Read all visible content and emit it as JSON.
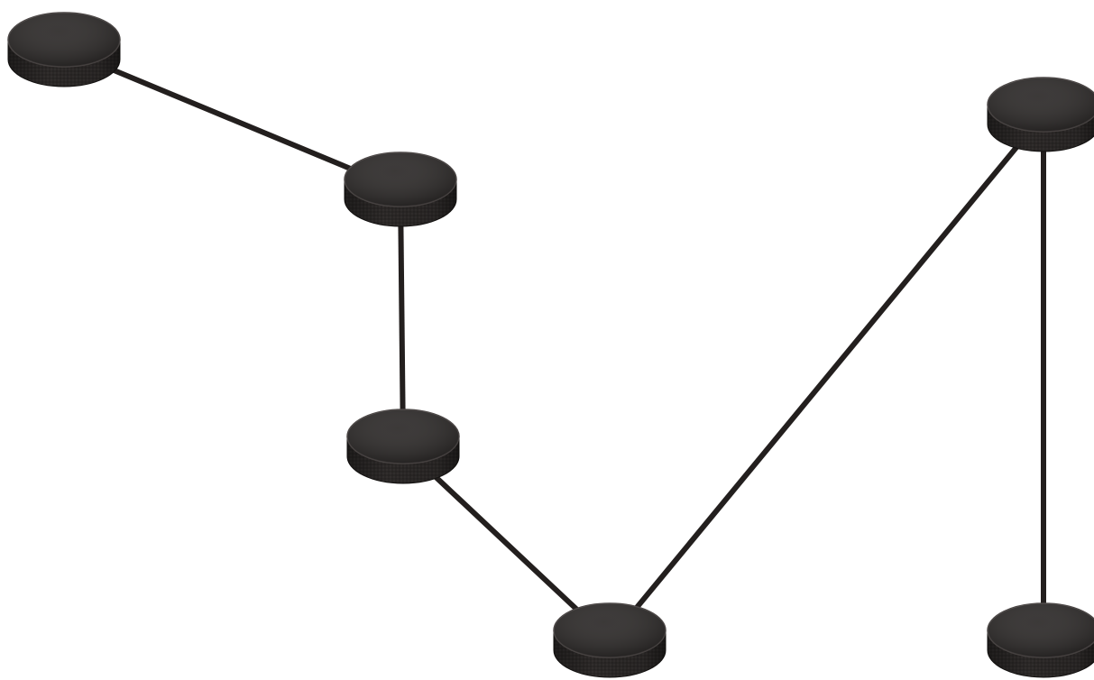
{
  "diagram": {
    "background_color": "#ffffff",
    "line_color": "#231f1e",
    "puck_color": "#2b2827",
    "node_icon": "hockey-puck-icon",
    "nodes": [
      {
        "id": "puck-1"
      },
      {
        "id": "puck-2"
      },
      {
        "id": "puck-3"
      },
      {
        "id": "puck-4"
      },
      {
        "id": "puck-5"
      },
      {
        "id": "puck-6"
      }
    ],
    "edges": [
      {
        "from": "puck-1",
        "to": "puck-2"
      },
      {
        "from": "puck-2",
        "to": "puck-3"
      },
      {
        "from": "puck-3",
        "to": "puck-4"
      },
      {
        "from": "puck-4",
        "to": "puck-5"
      },
      {
        "from": "puck-5",
        "to": "puck-6"
      }
    ]
  }
}
